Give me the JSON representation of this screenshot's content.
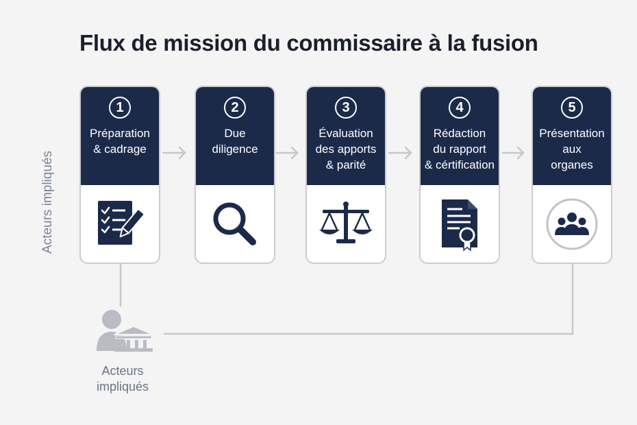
{
  "title": "Flux de mission du commissaire à la fusion",
  "side_label": "Acteurs impliqués",
  "steps": [
    {
      "number": "1",
      "label": "Préparation\n& cadrage",
      "icon": "checklist-pencil-icon"
    },
    {
      "number": "2",
      "label": "Due\ndiligence",
      "icon": "magnifier-icon"
    },
    {
      "number": "3",
      "label": "Évaluation\ndes apports\n& parité",
      "icon": "scales-icon"
    },
    {
      "number": "4",
      "label": "Rédaction\ndu rapport\n& cértification",
      "icon": "certificate-document-icon"
    },
    {
      "number": "5",
      "label": "Présentation\naux\norganes",
      "icon": "group-icon"
    }
  ],
  "actors": {
    "label": "Acteurs\nimpliqués",
    "icon": "person-institution-icon"
  },
  "colors": {
    "header": "#1c2a4a",
    "border": "#c9ccd1",
    "connector": "#c4c7cc",
    "actors": "#b9bcc2",
    "background": "#f4f4f5"
  }
}
